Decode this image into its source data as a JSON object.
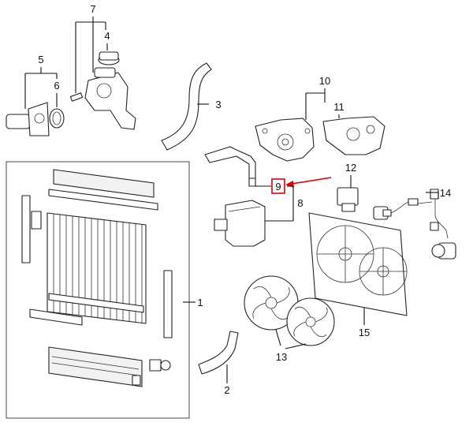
{
  "callouts": {
    "c1": "1",
    "c2": "2",
    "c3": "3",
    "c4": "4",
    "c5": "5",
    "c6": "6",
    "c7": "7",
    "c8": "8",
    "c9": "9",
    "c10": "10",
    "c11": "11",
    "c12": "12",
    "c13": "13",
    "c14": "14",
    "c15": "15"
  },
  "highlight": {
    "callout": "9",
    "color": "#e00000"
  },
  "colors": {
    "line": "#222222",
    "background": "#ffffff",
    "highlight": "#e00000"
  }
}
